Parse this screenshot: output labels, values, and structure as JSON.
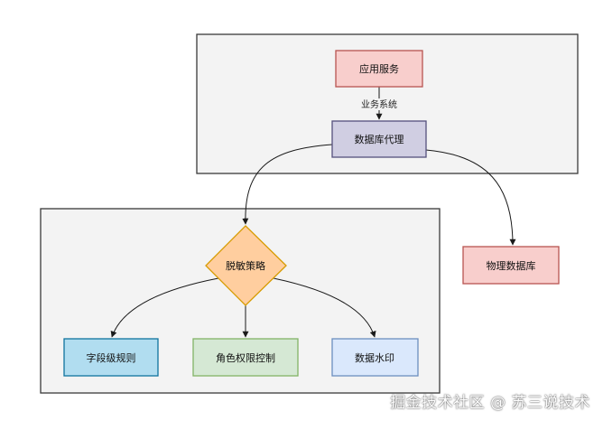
{
  "nodes": {
    "app_service": {
      "label": "应用服务",
      "fill": "#f8cecc",
      "stroke": "#b85450"
    },
    "db_proxy": {
      "label": "数据库代理",
      "fill": "#d0cee2",
      "stroke": "#56517e"
    },
    "masking_strategy": {
      "label": "脱敏策略",
      "fill": "#ffce9f",
      "stroke": "#d79b00"
    },
    "physical_db": {
      "label": "物理数据库",
      "fill": "#f8cecc",
      "stroke": "#b85450"
    },
    "field_rules": {
      "label": "字段级规则",
      "fill": "#b1ddf0",
      "stroke": "#10739e"
    },
    "role_access": {
      "label": "角色权限控制",
      "fill": "#d5e8d4",
      "stroke": "#82b366"
    },
    "data_watermark": {
      "label": "数据水印",
      "fill": "#dae8fc",
      "stroke": "#6c8ebf"
    }
  },
  "edges": {
    "app_to_proxy_label": "业务系统"
  },
  "watermark": {
    "text": "掘金技术社区 @ 苏三说技术"
  }
}
